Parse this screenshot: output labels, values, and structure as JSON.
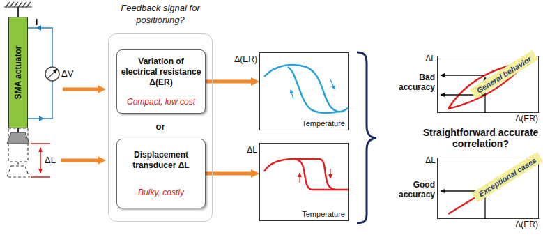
{
  "diagram": {
    "nodes": [
      {
        "text": [
          "SMA actuator"
        ]
      },
      {
        "text": [
          "Feedback signal for positioning?",
          "or"
        ]
      },
      {
        "text": [
          "Variation of electrical resistance Δ(ER)",
          "Compact, low cost"
        ],
        "in": 1
      },
      {
        "text": [
          "Displacement transducer ΔL",
          "Bulky, costly"
        ],
        "in": 1
      },
      {
        "text": [
          "Δ(ER)",
          "Temperature"
        ]
      },
      {
        "text": [
          "ΔL",
          "Temperature"
        ]
      },
      {
        "text": [
          "ΔL",
          "Δ(ER)"
        ]
      },
      {
        "text": [
          "General behavior"
        ],
        "in": 6
      },
      {
        "text": [
          "ΔL",
          "Δ(ER)"
        ]
      },
      {
        "text": [
          "Exceptional cases"
        ],
        "in": 8
      }
    ],
    "edges": [
      {
        "from": 2,
        "to": 4,
        "arrow": "to"
      },
      {
        "from": 3,
        "to": 5,
        "arrow": "to"
      }
    ],
    "labels": [
      "I",
      "ΔV",
      "ΔL",
      "Bad accuracy",
      "Straightforward accurate correlation?",
      "Good accuracy"
    ]
  }
}
